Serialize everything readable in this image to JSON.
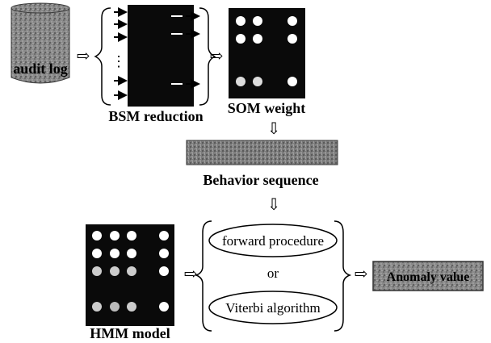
{
  "nodes": {
    "audit_log": "audit log",
    "bsm_reduction": "BSM reduction",
    "som_weight": "SOM weight",
    "behavior_sequence": "Behavior sequence",
    "hmm_model": "HMM model",
    "forward_procedure": "forward procedure",
    "or": "or",
    "viterbi_algorithm": "Viterbi algorithm",
    "anomaly_value": "Anomaly value"
  },
  "symbols": {
    "right_arrow": "⇨",
    "down_arrow": "⇩",
    "vertical_ellipsis": "⋮"
  },
  "colors": {
    "black_block": "#0a0a0a",
    "gray_block": "#7a7a7a",
    "ink": "#000000"
  }
}
